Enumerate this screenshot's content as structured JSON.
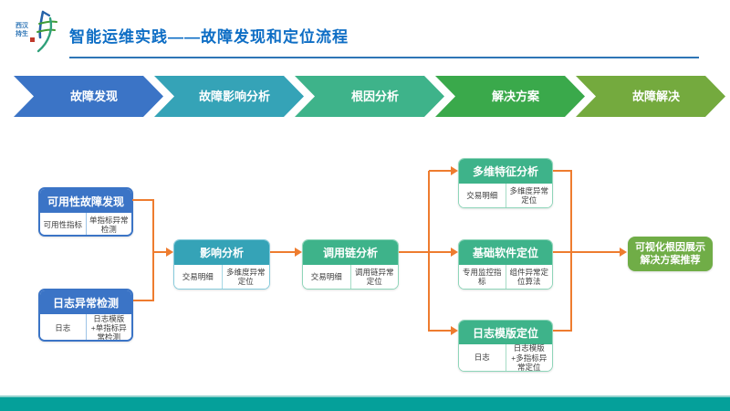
{
  "header": {
    "title": "智能运维实践——故障发现和定位流程",
    "title_color": "#0e6ec5",
    "underline_color": "#2e75b6"
  },
  "logo": {
    "icon": "brand-calligraphy-logo"
  },
  "process_chevrons": [
    {
      "label": "故障发现",
      "color": "#3b74c6"
    },
    {
      "label": "故障影响分析",
      "color": "#35a3b7"
    },
    {
      "label": "根因分析",
      "color": "#3eb38a"
    },
    {
      "label": "解决方案",
      "color": "#3aa94b"
    },
    {
      "label": "故障解决",
      "color": "#74aa3e"
    }
  ],
  "flow": {
    "boxes": [
      {
        "title": "可用性故障发现",
        "cells": [
          "可用性指标",
          "单指标异常检测"
        ],
        "color": "#3b74c6"
      },
      {
        "title": "日志异常检测",
        "cells": [
          "日志",
          "日志模版+单指标异常检测"
        ],
        "color": "#3b74c6"
      },
      {
        "title": "影响分析",
        "cells": [
          "交易明细",
          "多维度异常定位"
        ],
        "color": "#35a3b7"
      },
      {
        "title": "调用链分析",
        "cells": [
          "交易明细",
          "调用链异常定位"
        ],
        "color": "#3eb38a"
      },
      {
        "title": "多维特征分析",
        "cells": [
          "交易明细",
          "多维度异常定位"
        ],
        "color": "#3eb38a"
      },
      {
        "title": "基础软件定位",
        "cells": [
          "专用监控指标",
          "组件异常定位算法"
        ],
        "color": "#3eb38a"
      },
      {
        "title": "日志模版定位",
        "cells": [
          "日志",
          "日志模版+多指标异常定位"
        ],
        "color": "#3eb38a"
      }
    ],
    "result_box": {
      "lines": [
        "可视化根因展示",
        "解决方案推荐"
      ],
      "color": "#70ad47"
    },
    "connector_color": "#ee7c2f"
  },
  "footer": {
    "bar_color": "#05a09a",
    "divider_color": "#93d2ce"
  }
}
